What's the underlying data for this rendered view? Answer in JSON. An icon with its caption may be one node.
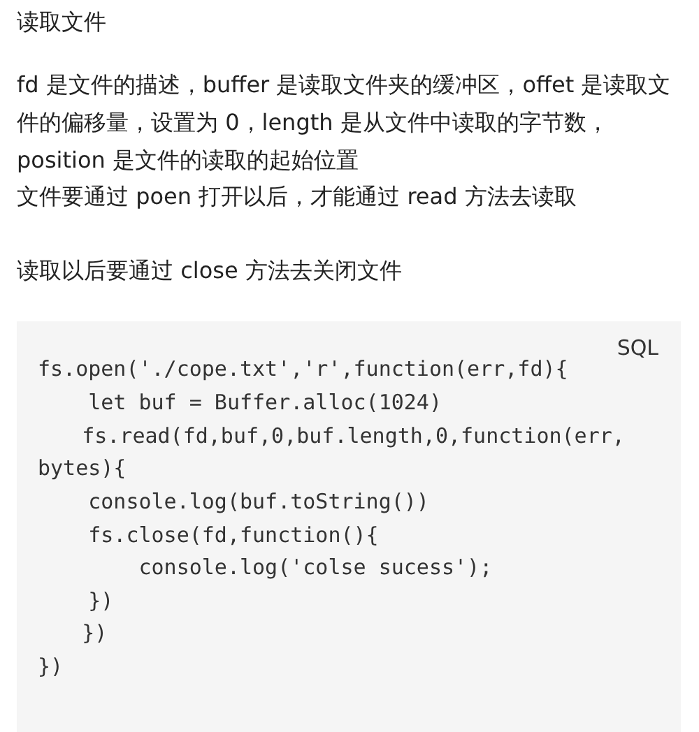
{
  "diagram": {
    "title": "读取文件",
    "labels": [
      "fd 是文件的描述，buffer 是读取文件夹的缓冲区，offet 是读取文件的偏移量，设置为 0，length 是从文件中读取的字节数，position 是文件的读取的起始位置",
      "文件要通过 poen 打开以后，才能通过 read 方法去读取",
      "读取以后要通过 close 方法去关闭文件",
      "SQL",
      "fs.open('./cope.txt','r',function(err,fd){",
      "let buf = Buffer.alloc(1024)",
      "fs.read(fd,buf,0,buf.length,0,function(err, bytes){",
      "console.log(buf.toString())",
      "fs.close(fd,function(){",
      "console.log('colse sucess');",
      "})",
      "})",
      "})"
    ]
  }
}
